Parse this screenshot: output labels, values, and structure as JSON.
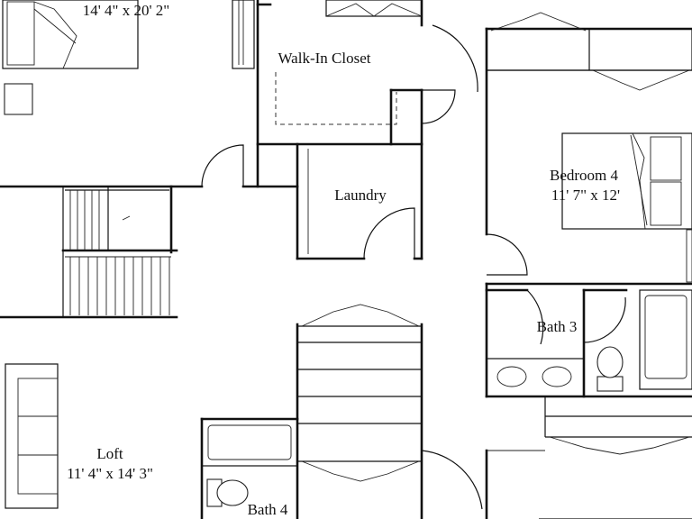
{
  "rooms": {
    "primary_dims": "14' 4\" x 20' 2\"",
    "walk_in_closet": "Walk-In Closet",
    "laundry": "Laundry",
    "bedroom4_name": "Bedroom 4",
    "bedroom4_dims": "11' 7\" x 12'",
    "bath3": "Bath 3",
    "loft_name": "Loft",
    "loft_dims": "11' 4\" x 14' 3\"",
    "bath4": "Bath 4"
  }
}
